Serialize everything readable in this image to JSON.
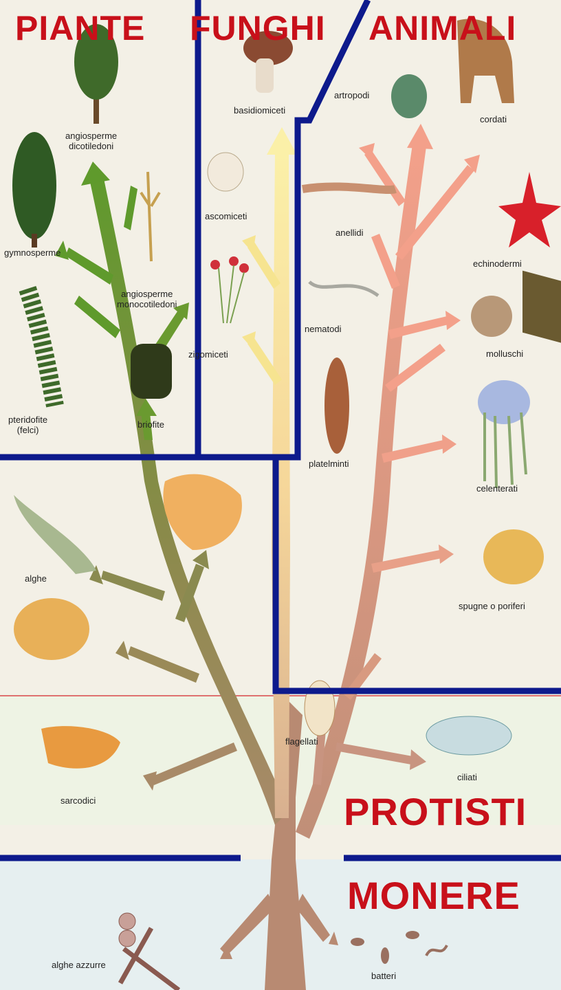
{
  "kingdoms": {
    "piante": "PIANTE",
    "funghi": "FUNGHI",
    "animali": "ANIMALI",
    "protisti": "PROTISTI",
    "monere": "MONERE"
  },
  "plants": {
    "angio_dicot": "angiosperme dicotiledoni",
    "gymnosperme": "gymnosperme",
    "angio_monocot_1": "angiosperme",
    "angio_monocot_2": "monocotiledoni",
    "pteridofite_1": "pteridofite",
    "pteridofite_2": "(felci)",
    "briofite": "briofite",
    "angio_dicot_1": "angiosperme",
    "angio_dicot_2": "dicotiledoni"
  },
  "fungi": {
    "basidiomiceti": "basidiomiceti",
    "ascomiceti": "ascomiceti",
    "zigomiceti": "zigomiceti"
  },
  "animals": {
    "artropodi": "artropodi",
    "cordati": "cordati",
    "anellidi": "anellidi",
    "echinodermi": "echinodermi",
    "nematodi": "nematodi",
    "molluschi": "molluschi",
    "platelminti": "platelminti",
    "celenterati": "celenterati",
    "spugne": "spugne o poriferi"
  },
  "protists": {
    "alghe": "alghe",
    "flagellati": "flagellati",
    "ciliati": "ciliati",
    "sarcodici": "sarcodici"
  },
  "monera": {
    "alghe_azzurre": "alghe azzurre",
    "batteri": "batteri"
  },
  "colors": {
    "kingdom_text": "#c8101a",
    "frame": "#0d1a8c",
    "plant_branch": "#6f9a2e",
    "fungi_branch": "#f4e48a",
    "animal_branch": "#f0a088",
    "trunk": "#b88a72"
  }
}
